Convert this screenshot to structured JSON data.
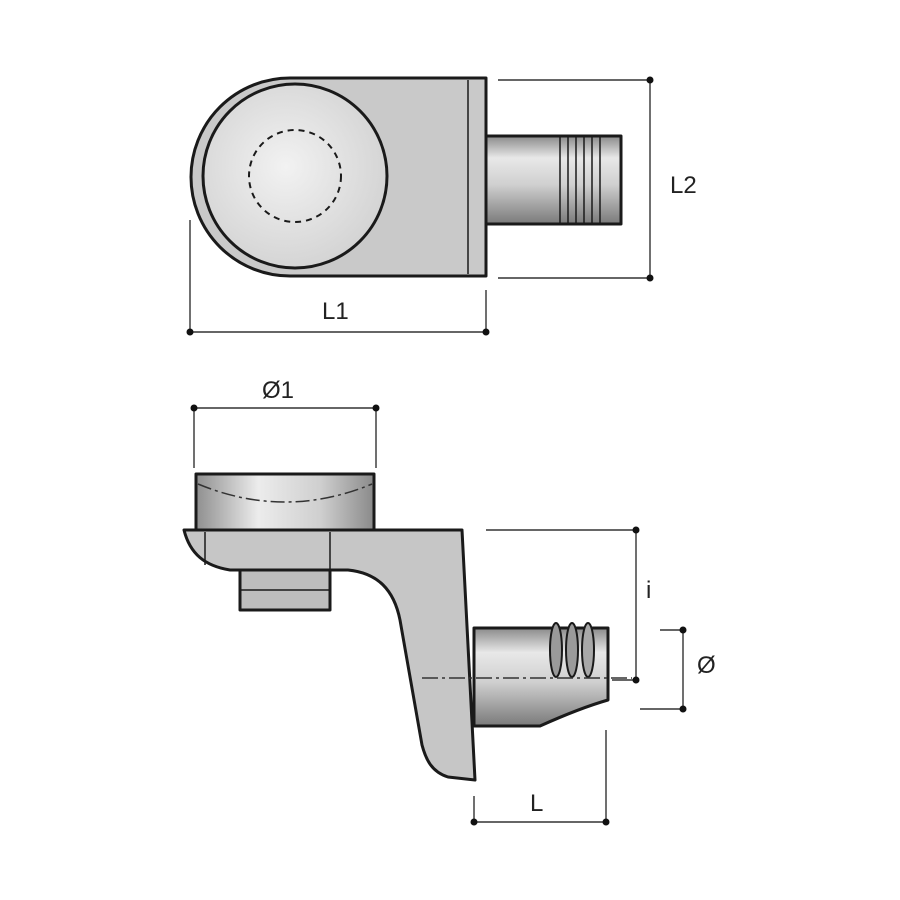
{
  "labels": {
    "l1": "L1",
    "l2": "L2",
    "d1": "Ø1",
    "i": "i",
    "d": "Ø",
    "l": "L"
  },
  "colors": {
    "body_fill": "#c8c8c8",
    "pin_fill": "#bdbdbd",
    "stroke": "#1a1a1a"
  }
}
